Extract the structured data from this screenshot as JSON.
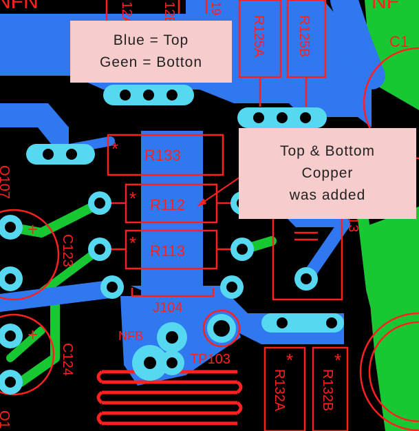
{
  "colors": {
    "background": "#000000",
    "top_copper": "#2f78f0",
    "bottom_copper": "#18c832",
    "pad": "#55d8f0",
    "silkscreen": "#ff2020",
    "note_fill": "#f6cccc"
  },
  "legend_note": {
    "line1": "Blue = Top",
    "line2": "Geen = Botton"
  },
  "added_note": {
    "line1": "Top & Bottom",
    "line2": "Copper",
    "line3": "was added"
  },
  "labels": {
    "top_left_partial": "NFN",
    "top_right_partial": "NF",
    "c1_partial": "C1",
    "r12a_partial": "12A",
    "r12b_partial": "12B",
    "r19_partial": "19",
    "r125a": "R125A",
    "r125b": "R125B",
    "r133": "R133",
    "r112": "R112",
    "r113": "R113",
    "r13_partial": "13",
    "j104": "J104",
    "nfb": "NFB",
    "tp103": "TP103",
    "q107": "Q107",
    "c123": "C123",
    "c124": "C124",
    "q1_partial": "Q1",
    "r132a": "R132A",
    "r132b": "R132B",
    "pin1_mark": "*",
    "plus_mark": "+"
  }
}
